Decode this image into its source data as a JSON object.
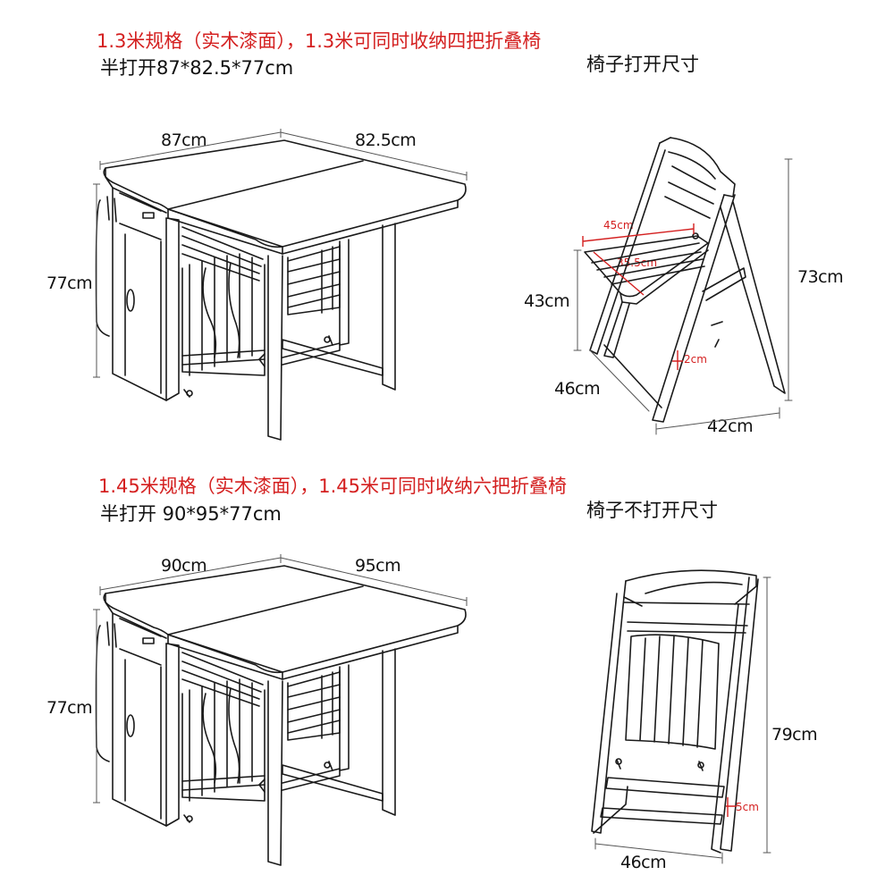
{
  "sections": [
    {
      "spec_title": "1.3米规格（实木漆面），1.3米可同时收纳四把折叠椅",
      "half_open": "半打开87*82.5*77cm",
      "table_dims": {
        "width": "87cm",
        "depth": "82.5cm",
        "height": "77cm"
      },
      "chair_caption": "椅子打开尺寸",
      "chair_dims": {
        "height": "73cm",
        "seat_height": "43cm",
        "seat_depth": "46cm",
        "base_width": "42cm",
        "seat_width": "45cm",
        "seat_depth2": "35.5cm",
        "thickness": "2cm"
      }
    },
    {
      "spec_title": "1.45米规格（实木漆面），1.45米可同时收纳六把折叠椅",
      "half_open": "半打开 90*95*77cm",
      "table_dims": {
        "width": "90cm",
        "depth": "95cm",
        "height": "77cm"
      },
      "chair_caption": "椅子不打开尺寸",
      "chair_dims": {
        "height": "79cm",
        "width": "46cm",
        "thickness": "5cm"
      }
    }
  ],
  "colors": {
    "accent_red": "#d42020",
    "line": "#1a1a1a"
  }
}
